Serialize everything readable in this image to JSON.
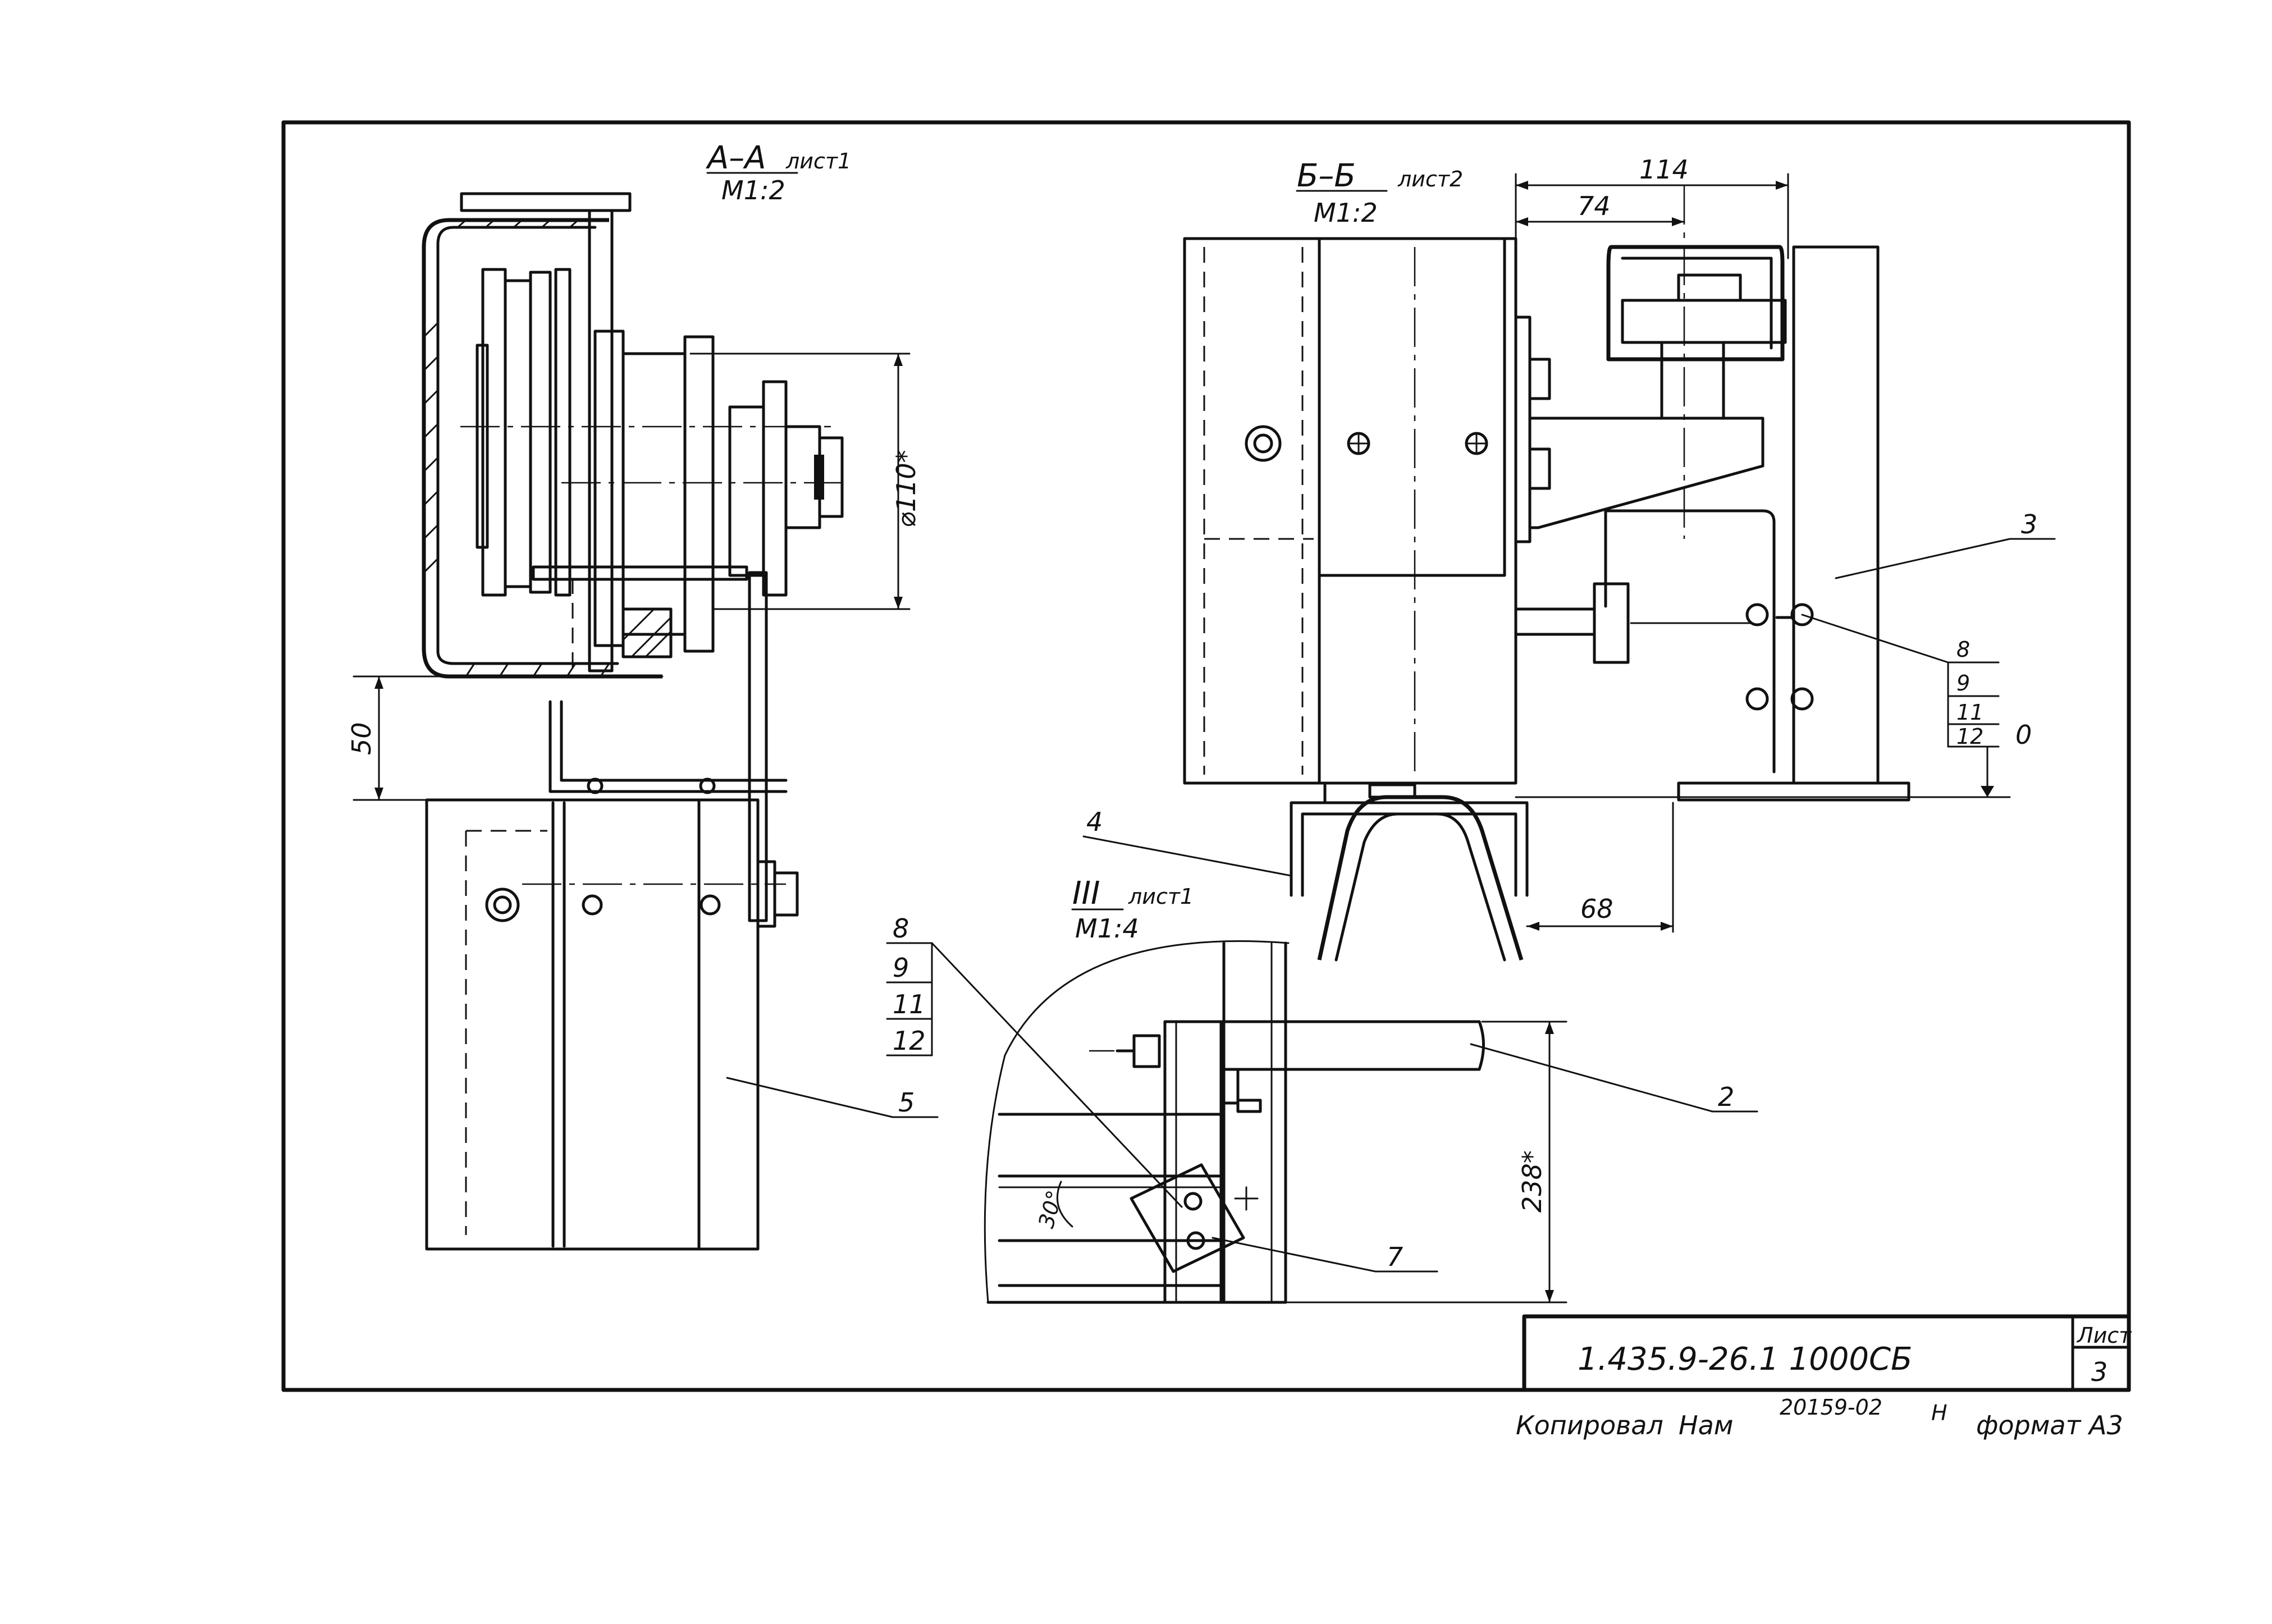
{
  "views": {
    "section_aa": {
      "title": "А–А",
      "sheet": "лист1",
      "scale": "М1:2"
    },
    "section_bb": {
      "title": "Б–Б",
      "sheet": "лист2",
      "scale": "М1:2"
    },
    "detail_iii": {
      "title": "III",
      "sheet": "лист1",
      "scale": "М1:4"
    }
  },
  "dimensions": {
    "d50": "50",
    "diameter": "⌀110*",
    "d114": "114",
    "d74": "74",
    "d68": "68",
    "d238": "238*",
    "angle": "30°",
    "level": "0"
  },
  "callouts": {
    "c2": "2",
    "c3": "3",
    "c4": "4",
    "c5": "5",
    "c7": "7",
    "stack_right": [
      "8",
      "9",
      "11",
      "12"
    ],
    "stack_left": [
      "8",
      "9",
      "11",
      "12"
    ]
  },
  "title_block": {
    "code": "1.435.9-26.1 1000СБ",
    "sheet_label": "Лист",
    "sheet_number": "3"
  },
  "footer": {
    "copied": "Копировал",
    "signature": "Нам",
    "order": "20159-02",
    "mark": "Н",
    "format": "формат А3"
  }
}
